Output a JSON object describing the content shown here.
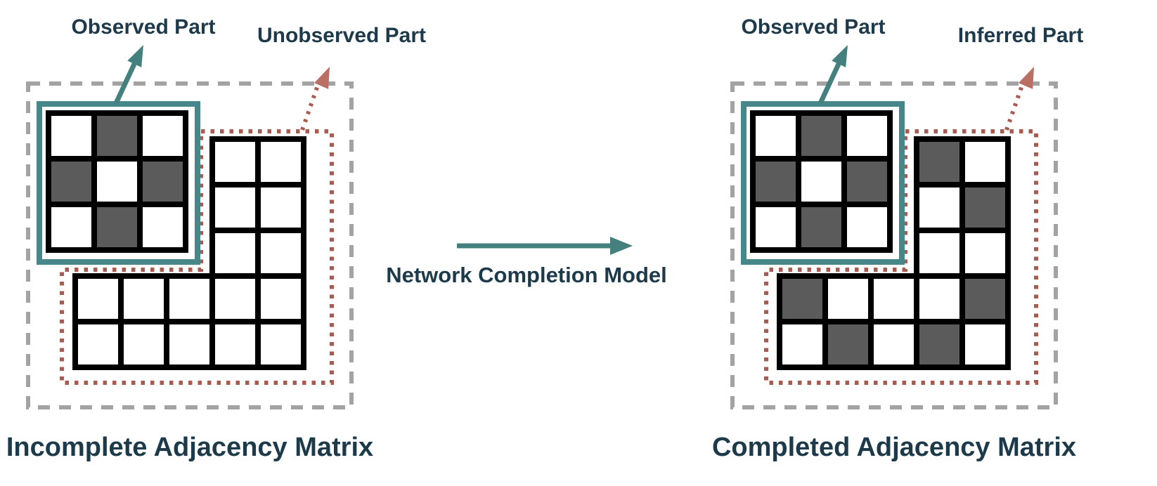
{
  "colors": {
    "teal": "#478789",
    "teal_arrow": "#44807e",
    "rust": "#a85b50",
    "rust_arrow": "#b96f63",
    "gray_dashed": "#a3a3a3",
    "cell_dark": "#5b5b5b",
    "cell_white": "#ffffff",
    "grid_line": "#000000",
    "text": "#1d3a4a"
  },
  "center": {
    "label": "Network Completion Model",
    "arrow_icon": "right-arrow-icon"
  },
  "figures": [
    {
      "id": "incomplete",
      "caption": "Incomplete Adjacency Matrix",
      "observed_label": "Observed Part",
      "hidden_label": "Unobserved Part",
      "observed_cells": [
        [
          0,
          1,
          0
        ],
        [
          1,
          0,
          1
        ],
        [
          0,
          1,
          0
        ]
      ],
      "right_cells": [
        [
          0,
          0
        ],
        [
          0,
          0
        ],
        [
          0,
          0
        ],
        [
          0,
          0
        ],
        [
          0,
          0
        ]
      ],
      "bottom_cells": [
        [
          0,
          0,
          0
        ],
        [
          0,
          0,
          0
        ]
      ]
    },
    {
      "id": "completed",
      "caption": "Completed Adjacency Matrix",
      "observed_label": "Observed Part",
      "hidden_label": "Inferred Part",
      "observed_cells": [
        [
          0,
          1,
          0
        ],
        [
          1,
          0,
          1
        ],
        [
          0,
          1,
          0
        ]
      ],
      "right_cells": [
        [
          1,
          0
        ],
        [
          0,
          1
        ],
        [
          0,
          0
        ],
        [
          0,
          1
        ],
        [
          1,
          0
        ]
      ],
      "bottom_cells": [
        [
          1,
          0,
          0
        ],
        [
          0,
          1,
          0
        ]
      ]
    }
  ]
}
